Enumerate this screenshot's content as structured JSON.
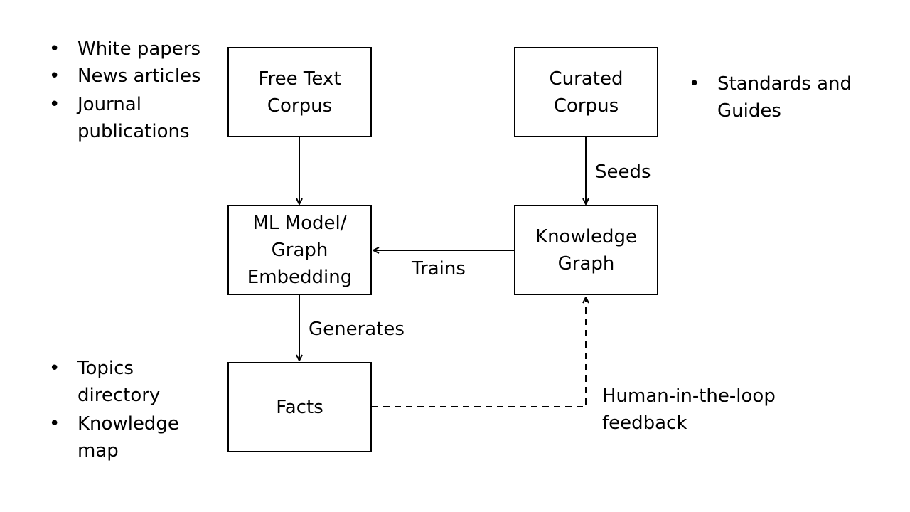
{
  "boxes": {
    "free_text_corpus": [
      "Free Text",
      "Corpus"
    ],
    "curated_corpus": [
      "Curated",
      "Corpus"
    ],
    "ml_model": [
      "ML Model/",
      "Graph",
      "Embedding"
    ],
    "knowledge_graph": [
      "Knowledge",
      "Graph"
    ],
    "facts": [
      "Facts"
    ]
  },
  "edges": {
    "seeds": "Seeds",
    "trains": "Trains",
    "generates": "Generates",
    "feedback": [
      "Human-in-the-loop",
      "feedback"
    ]
  },
  "lists": {
    "sources": [
      [
        "White papers"
      ],
      [
        "News articles"
      ],
      [
        "Journal",
        "publications"
      ]
    ],
    "curated_sources": [
      [
        "Standards and",
        "Guides"
      ]
    ],
    "outputs": [
      [
        "Topics",
        "directory"
      ],
      [
        "Knowledge",
        "map"
      ]
    ]
  }
}
